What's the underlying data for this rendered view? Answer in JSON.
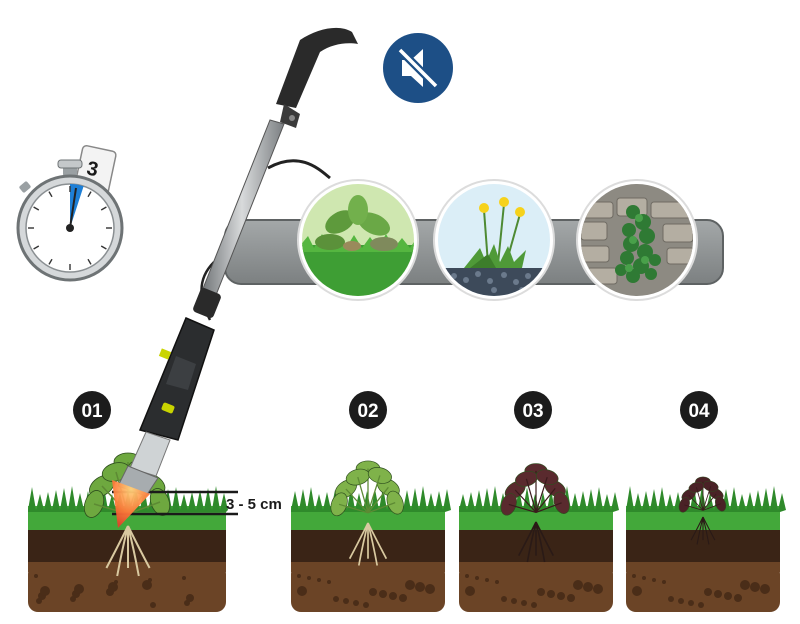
{
  "timer": {
    "seconds": "3",
    "unit": "sec",
    "fraction_of_dial": 0.05,
    "accent_color": "#1e7fd6"
  },
  "mute_badge": {
    "icon": "speaker-muted-icon",
    "color": "#1d4f86"
  },
  "use_cases": [
    {
      "icon": "lawn-weed-icon"
    },
    {
      "icon": "dandelion-gravel-icon"
    },
    {
      "icon": "stone-wall-ivy-icon"
    }
  ],
  "depth_marker": {
    "label": "3 - 5 cm"
  },
  "steps": [
    {
      "number": "01",
      "plant_color": "#6ea83f"
    },
    {
      "number": "02",
      "plant_color": "#7fb24a"
    },
    {
      "number": "03",
      "plant_color": "#5a2a2e"
    },
    {
      "number": "04",
      "plant_color": "#4a2226"
    }
  ],
  "colors": {
    "grass": "#43a83a",
    "grass_dark": "#2f8a2b",
    "topsoil": "#3a2416",
    "subsoil": "#6b4426",
    "banner": "#8e9293",
    "tool_body": "#2b2d2f",
    "tool_accent": "#c9d400"
  }
}
